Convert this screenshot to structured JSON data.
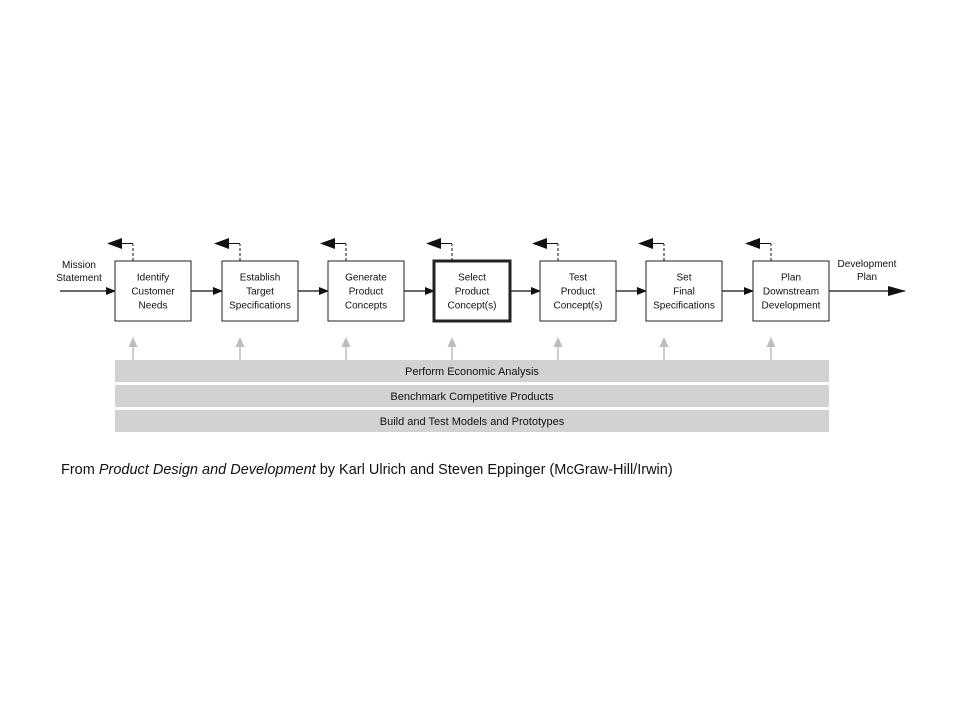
{
  "diagram": {
    "input": {
      "lines": [
        "Mission",
        "Statement"
      ]
    },
    "output": {
      "lines": [
        "Development",
        "Plan"
      ]
    },
    "steps": [
      {
        "id": "identify",
        "lines": [
          "Identify",
          "Customer",
          "Needs"
        ],
        "highlighted": false
      },
      {
        "id": "establish",
        "lines": [
          "Establish",
          "Target",
          "Specifications"
        ],
        "highlighted": false
      },
      {
        "id": "generate",
        "lines": [
          "Generate",
          "Product",
          "Concepts"
        ],
        "highlighted": false
      },
      {
        "id": "select",
        "lines": [
          "Select",
          "Product",
          "Concept(s)"
        ],
        "highlighted": true
      },
      {
        "id": "test",
        "lines": [
          "Test",
          "Product",
          "Concept(s)"
        ],
        "highlighted": false
      },
      {
        "id": "set",
        "lines": [
          "Set",
          "Final",
          "Specifications"
        ],
        "highlighted": false
      },
      {
        "id": "plan",
        "lines": [
          "Plan",
          "Downstream",
          "Development"
        ],
        "highlighted": false
      }
    ],
    "support_activities": [
      "Perform Economic Analysis",
      "Benchmark Competitive Products",
      "Build and Test Models and Prototypes"
    ],
    "colors": {
      "box_stroke": "#222222",
      "band_fill": "#d2d2d2",
      "support_arrow": "#bdbdbd",
      "flow": "#111111"
    }
  },
  "caption": {
    "prefix": "From ",
    "book_title": "Product Design and Development",
    "suffix": " by Karl Ulrich and Steven Eppinger (McGraw-Hill/Irwin)"
  }
}
